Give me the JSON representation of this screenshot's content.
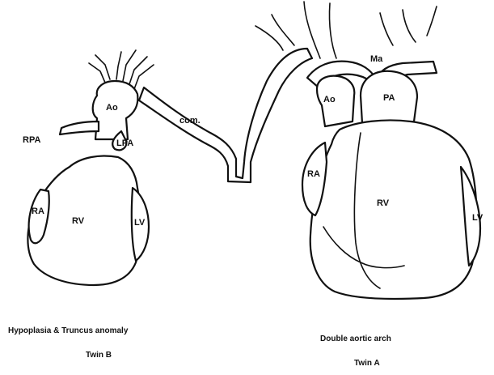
{
  "twin_b": {
    "labels": {
      "ao": "Ao",
      "rpa": "RPA",
      "lpa": "LPA",
      "ra": "RA",
      "rv": "RV",
      "lv": "LV"
    },
    "caption_title": "Hypoplasia & Truncus anomaly",
    "caption_twin": "Twin B"
  },
  "connection_label": "com.",
  "twin_a": {
    "labels": {
      "ma": "Ma",
      "ao": "Ao",
      "pa": "PA",
      "ra": "RA",
      "rv": "RV",
      "lv": "LV"
    },
    "caption_title": "Double aortic arch",
    "caption_twin": "Twin A"
  }
}
